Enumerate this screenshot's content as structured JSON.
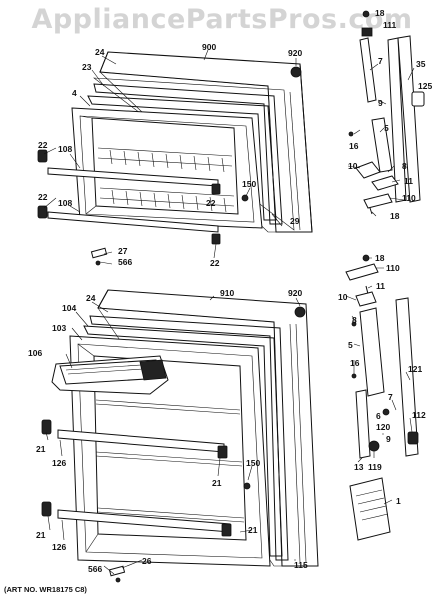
{
  "watermark": "AppliancePartsPros.com",
  "art_number": "(ART NO. WR18175 C8)",
  "labels": [
    {
      "id": "l18a",
      "text": "18"
    },
    {
      "id": "l111",
      "text": "111"
    },
    {
      "id": "l900",
      "text": "900"
    },
    {
      "id": "l920a",
      "text": "920"
    },
    {
      "id": "l24a",
      "text": "24"
    },
    {
      "id": "l23",
      "text": "23"
    },
    {
      "id": "l4",
      "text": "4"
    },
    {
      "id": "l7",
      "text": "7"
    },
    {
      "id": "l35",
      "text": "35"
    },
    {
      "id": "l125",
      "text": "125"
    },
    {
      "id": "l9a",
      "text": "9"
    },
    {
      "id": "l16a",
      "text": "16"
    },
    {
      "id": "l5a",
      "text": "5"
    },
    {
      "id": "l22a",
      "text": "22"
    },
    {
      "id": "l108a",
      "text": "108"
    },
    {
      "id": "l10a",
      "text": "10"
    },
    {
      "id": "l8a",
      "text": "8"
    },
    {
      "id": "l11a",
      "text": "11"
    },
    {
      "id": "l150a",
      "text": "150"
    },
    {
      "id": "l110a",
      "text": "110"
    },
    {
      "id": "l22b",
      "text": "22"
    },
    {
      "id": "l108b",
      "text": "108"
    },
    {
      "id": "l22c",
      "text": "22"
    },
    {
      "id": "l29",
      "text": "29"
    },
    {
      "id": "l18b",
      "text": "18"
    },
    {
      "id": "l27",
      "text": "27"
    },
    {
      "id": "l566a",
      "text": "566"
    },
    {
      "id": "l22d",
      "text": "22"
    },
    {
      "id": "l18c",
      "text": "18"
    },
    {
      "id": "l110b",
      "text": "110"
    },
    {
      "id": "l11b",
      "text": "11"
    },
    {
      "id": "l910",
      "text": "910"
    },
    {
      "id": "l920b",
      "text": "920"
    },
    {
      "id": "l24b",
      "text": "24"
    },
    {
      "id": "l104",
      "text": "104"
    },
    {
      "id": "l10b",
      "text": "10"
    },
    {
      "id": "l103",
      "text": "103"
    },
    {
      "id": "l8b",
      "text": "8"
    },
    {
      "id": "l106",
      "text": "106"
    },
    {
      "id": "l5b",
      "text": "5"
    },
    {
      "id": "l16b",
      "text": "16"
    },
    {
      "id": "l121",
      "text": "121"
    },
    {
      "id": "l7b",
      "text": "7"
    },
    {
      "id": "l112",
      "text": "112"
    },
    {
      "id": "l6",
      "text": "6"
    },
    {
      "id": "l120",
      "text": "120"
    },
    {
      "id": "l9b",
      "text": "9"
    },
    {
      "id": "l21a",
      "text": "21"
    },
    {
      "id": "l126a",
      "text": "126"
    },
    {
      "id": "l21b",
      "text": "21"
    },
    {
      "id": "l150b",
      "text": "150"
    },
    {
      "id": "l13",
      "text": "13"
    },
    {
      "id": "l119",
      "text": "119"
    },
    {
      "id": "l1",
      "text": "1"
    },
    {
      "id": "l21c",
      "text": "21"
    },
    {
      "id": "l21d",
      "text": "21"
    },
    {
      "id": "l126b",
      "text": "126"
    },
    {
      "id": "l26",
      "text": "26"
    },
    {
      "id": "l566b",
      "text": "566"
    },
    {
      "id": "l115",
      "text": "115"
    }
  ]
}
